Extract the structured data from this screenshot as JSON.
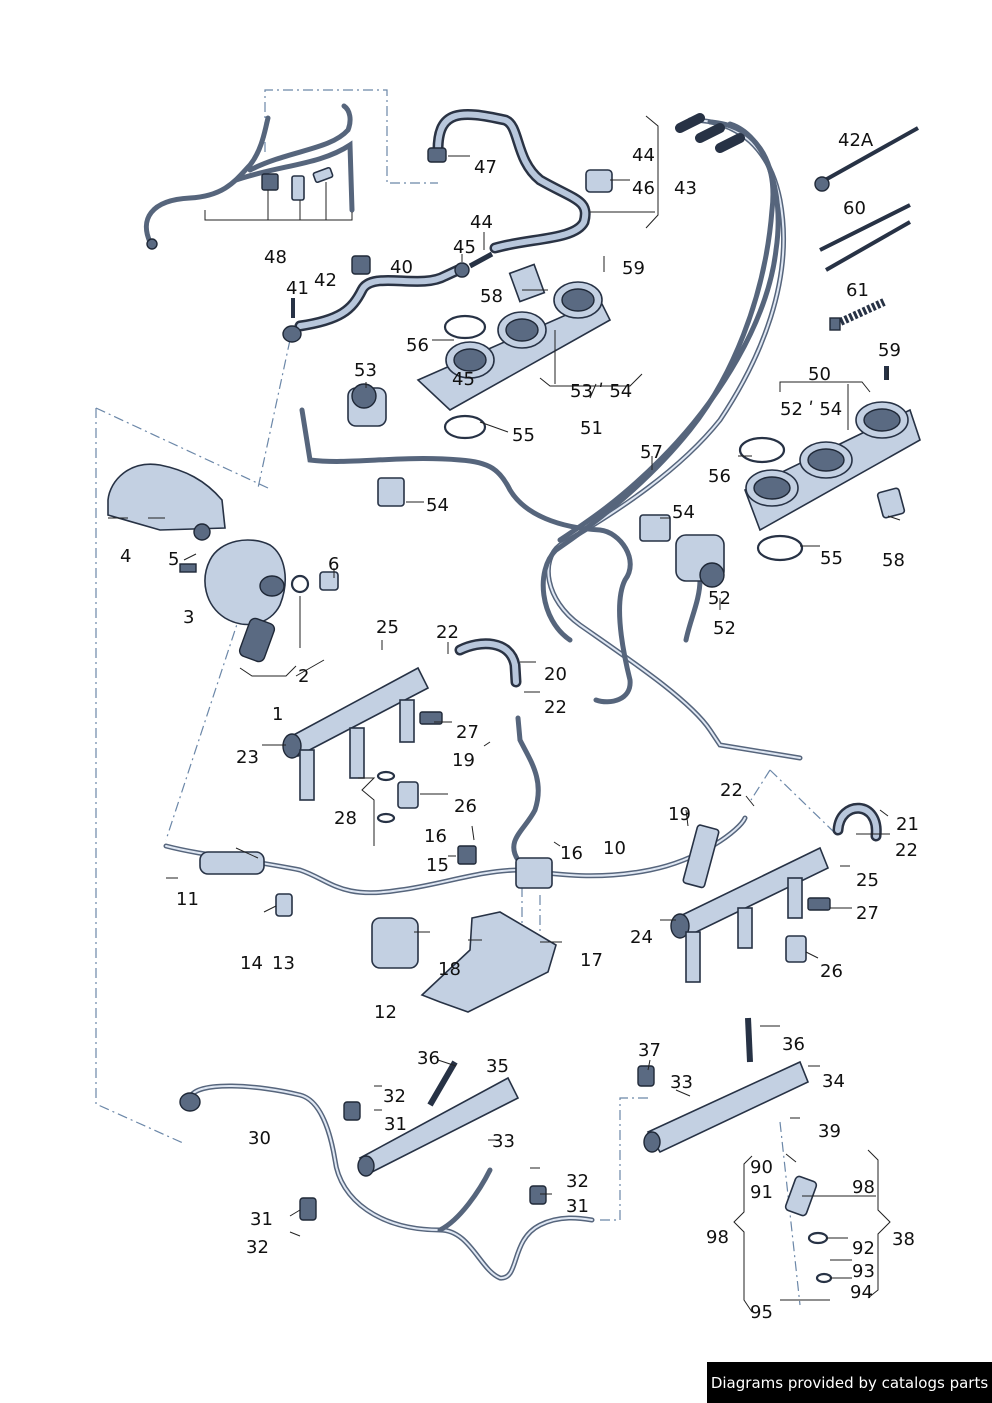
{
  "labels": [
    "1",
    "2",
    "3",
    "4",
    "5",
    "6",
    "10",
    "11",
    "12",
    "13",
    "14",
    "15",
    "16",
    "16",
    "17",
    "18",
    "19",
    "19",
    "20",
    "21",
    "22",
    "22",
    "22",
    "22",
    "23",
    "24",
    "25",
    "25",
    "26",
    "26",
    "27",
    "27",
    "28",
    "30",
    "31",
    "31",
    "31",
    "32",
    "32",
    "32",
    "33",
    "33",
    "35",
    "36",
    "36",
    "37",
    "34",
    "38",
    "39",
    "40",
    "41",
    "42",
    "42A",
    "43",
    "44",
    "44",
    "45",
    "45",
    "46",
    "47",
    "48",
    "50",
    "51",
    "52",
    "52",
    "53",
    "54",
    "54",
    "55",
    "55",
    "56",
    "56",
    "57",
    "58",
    "58",
    "59",
    "59",
    "60",
    "61",
    "53 ʹ 54",
    "52 ʹ 54",
    "90",
    "91",
    "92",
    "93",
    "94",
    "95",
    "98",
    "98"
  ],
  "credit": "Diagrams provided by catalogs parts"
}
